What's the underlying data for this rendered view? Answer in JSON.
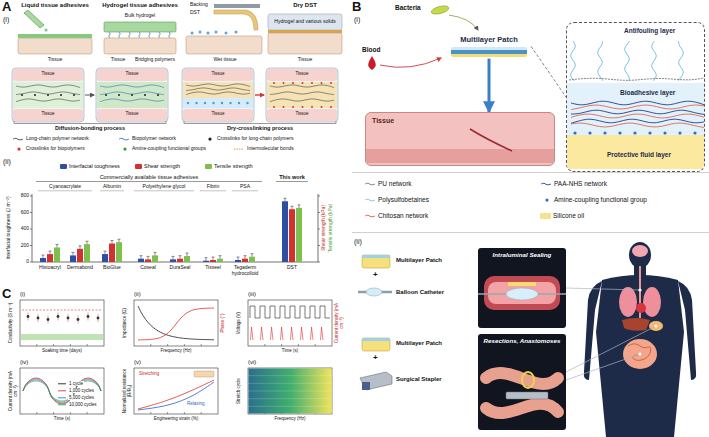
{
  "diagram": {
    "nodes": [
      {
        "text": [
          "Multilayer Patch"
        ]
      },
      {
        "text": [
          "Tissue"
        ]
      },
      {
        "text": [
          "Antifouling layer",
          "Bioadhesive layer",
          "Protective fluid layer"
        ]
      },
      {
        "text": [
          "Intraluminal Sealing"
        ]
      },
      {
        "text": [
          "Resections, Anastomoses"
        ]
      }
    ],
    "edges": [
      {
        "from": 0,
        "to": 1,
        "arrow": "to"
      },
      {
        "from": 0,
        "to": 2,
        "arrow": "none"
      }
    ],
    "labels": [
      "A",
      "(i)",
      "Liquid tissue adhesives",
      "Hydrogel tissue adhesives",
      "Backing",
      "DST",
      "Wet tissue",
      "Dry DST",
      "Bulk hydrogel",
      "Bridging polymers",
      "Hydrogel and various solids",
      "Tissue",
      "Tissue",
      "Tissue",
      "Tissue",
      "Tissue",
      "Tissue",
      "Tissue",
      "Tissue",
      "Tissue",
      "Tissue",
      "Tissue",
      "Diffusion-bonding process",
      "Dry-crosslinking process",
      "(ii)",
      "Commercially available tissue adhesives",
      "Cyanoacrylate",
      "Albumin",
      "Polyethylene glycol",
      "Fibrin",
      "PSA",
      "This work",
      "Histoacryl",
      "Dermabond",
      "BioGlue",
      "Coseal",
      "DuraSeal",
      "Tisseel",
      "Tegaderm hydrocolloid",
      "DST",
      "0",
      "200",
      "400",
      "600",
      "800",
      "Interfacial toughness (J m⁻²)",
      "Shear strength (kPa)",
      "Tensile strength (kPa)",
      "C",
      "(i)",
      "Conductivity (S m⁻¹)",
      "Soaking time (days)",
      "(ii)",
      "Impedance (Ω)",
      "Phase (°)",
      "Frequency (Hz)",
      "(iii)",
      "Voltage (V)",
      "Current density (mA cm⁻²)",
      "Time (s)",
      "(iv)",
      "Current density (mA cm⁻²)",
      "Time (s)",
      "(v)",
      "Normalized resistance (R/R₀)",
      "Engineering strain (%)",
      "Stretching",
      "Relaxing",
      "(vi)",
      "Stretch cycle",
      "Frequency (Hz)",
      "B",
      "(i)",
      "Bacteria",
      "Blood",
      "(ii)",
      "Multilayer Patch",
      "+",
      "Balloon Catheter",
      "Multilayer Patch",
      "+",
      "Surgical Stapler"
    ],
    "legend": [
      {
        "text": "Long-chain polymer network"
      },
      {
        "text": "Biopolymer network"
      },
      {
        "text": "Crosslinks for long-chain polymers"
      },
      {
        "text": "Crosslinks for biopolymers"
      },
      {
        "text": "Amine-coupling functional groups"
      },
      {
        "text": "Intermolecular bonds"
      },
      {
        "text": "Interfacial toughness",
        "color": "#2d4ea3"
      },
      {
        "text": "Shear strength",
        "color": "#d3312f"
      },
      {
        "text": "Tensile strength",
        "color": "#7fbf4d"
      },
      {
        "text": "1 cycle"
      },
      {
        "text": "1,000 cycles"
      },
      {
        "text": "5,000 cycles"
      },
      {
        "text": "10,000 cycles"
      },
      {
        "text": "PU network"
      },
      {
        "text": "Polysulfobetaines"
      },
      {
        "text": "Chitosan network"
      },
      {
        "text": "PAA-NHS network"
      },
      {
        "text": "Amine-coupling functional group"
      },
      {
        "text": "Silicone oil",
        "color": "#f5e290"
      }
    ]
  }
}
